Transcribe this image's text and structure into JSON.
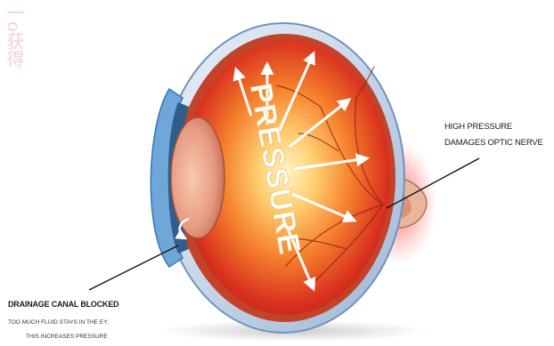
{
  "center_text": "PRESSURE",
  "right_label": {
    "line1": "HIGH PRESSURE",
    "line2": "DAMAGES  OPTIC NERVE"
  },
  "left_label": {
    "title": "DRAINAGE CANAL BLOCKED",
    "line1": "TOO MUCH FLUID STAYS IN THE EY;",
    "line2": "THIS INCREASES PRESSURE"
  },
  "colors": {
    "sclera_outer": "#5a8fc4",
    "retina_red": "#d8281f",
    "inner_glow": "#ffe9a8",
    "arrow": "#ffffff",
    "optic_glow": "#ff6a6a",
    "watermark": "#f2c9c9"
  }
}
